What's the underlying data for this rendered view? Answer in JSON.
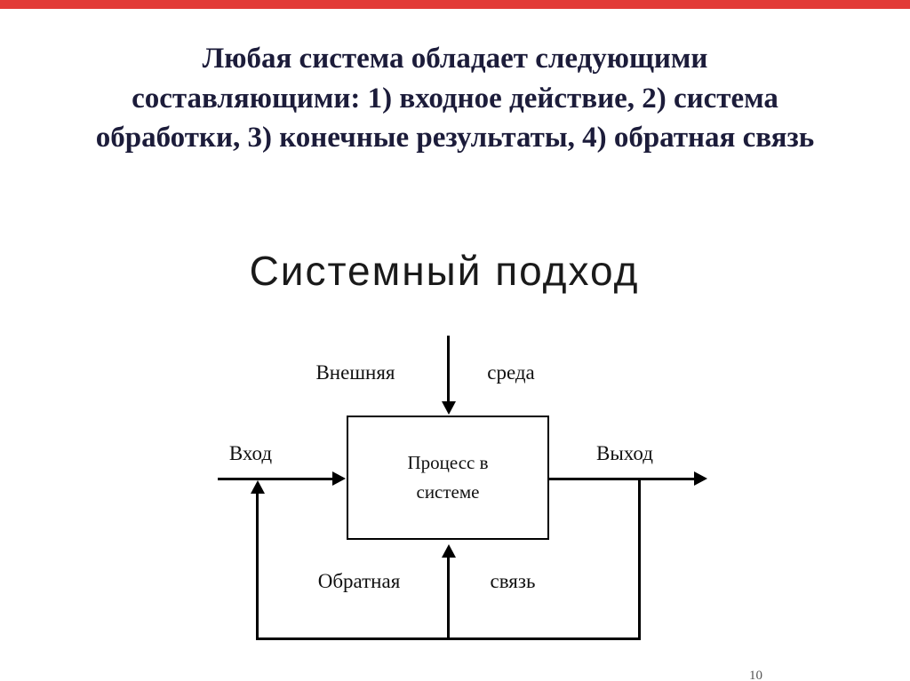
{
  "heading": {
    "lines": [
      "Любая система обладает следующими",
      "составляющими: 1) входное действие, 2) система",
      "обработки, 3)  конечные результаты, 4) обратная связь"
    ]
  },
  "diagram": {
    "title": "Системный подход",
    "process_box": {
      "line1": "Процесс в",
      "line2": "системе"
    },
    "labels": {
      "external_left": "Внешняя",
      "external_right": "среда",
      "input": "Вход",
      "output": "Выход",
      "feedback_left": "Обратная",
      "feedback_right": "связь"
    }
  },
  "footer": {
    "page_number": "10"
  },
  "colors": {
    "accent_bar": "#e23b37",
    "heading_text": "#1c1c3a",
    "line": "#000000"
  }
}
